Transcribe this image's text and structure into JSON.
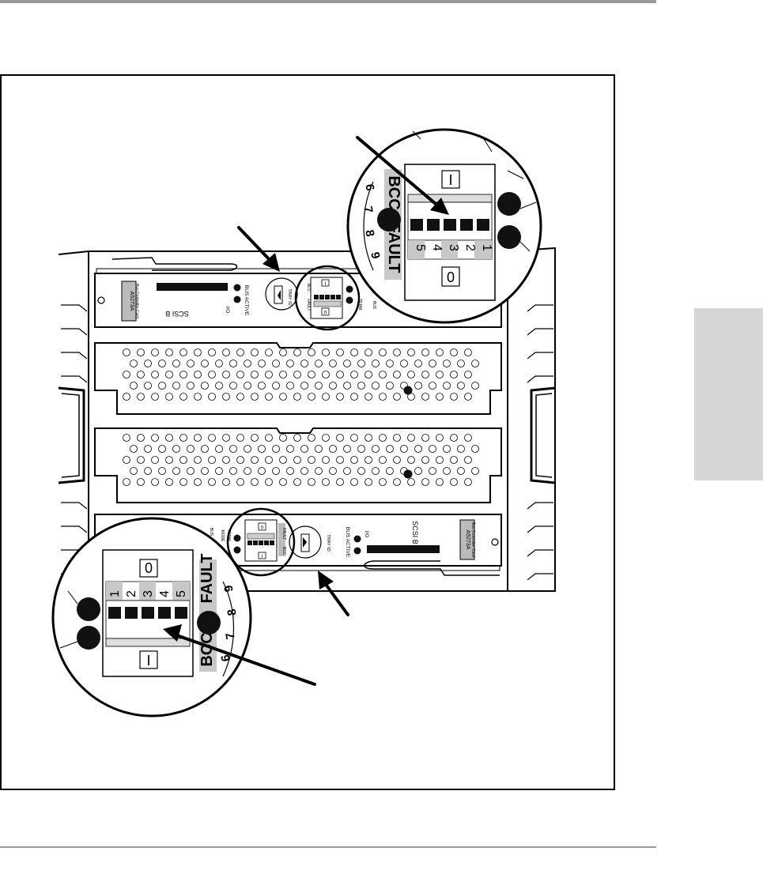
{
  "figure": {
    "module_top": {
      "model_label": "A5273A",
      "card_label": "Bus Controller Card",
      "port_label": "SCSI B",
      "led_bus_active": "BUS ACTIVE",
      "led_io": "I/O",
      "tray_id_label": "TRAY ID",
      "term_label": "TERM.",
      "term_mode_label": "MODE",
      "bus_label": "BUS"
    },
    "module_bottom": {
      "model_label": "A5273A",
      "card_label": "Bus Controller Card",
      "port_label": "SCSI B",
      "led_bus_active": "BUS ACTIVE",
      "led_io": "I/O",
      "tray_id_label": "TRAY ID",
      "term_label": "TERM.",
      "term_mode_label": "MODE",
      "bus_label": "BUS"
    },
    "zoom_top": {
      "switch_on_label": "I",
      "switch_off_label": "0",
      "switch_numbers": [
        "5",
        "4",
        "3",
        "2",
        "1"
      ],
      "bcc_label": "BCC",
      "fault_label": "FAULT",
      "dial_numbers": [
        "6",
        "7",
        "8",
        "9"
      ]
    },
    "zoom_bottom": {
      "switch_on_label": "I",
      "switch_off_label": "0",
      "switch_numbers": [
        "1",
        "2",
        "3",
        "4",
        "5"
      ],
      "bcc_label": "BCC",
      "fault_label": "FAULT",
      "dial_numbers": [
        "9",
        "8",
        "7",
        "6"
      ]
    },
    "small_switch_top": {
      "on_label": "I",
      "off_label": "0",
      "bcc_label": "BCC",
      "fault_label": "FAULT"
    },
    "small_switch_bottom": {
      "on_label": "I",
      "off_label": "0",
      "bcc_label": "BCC",
      "fault_label": "FAULT"
    }
  }
}
